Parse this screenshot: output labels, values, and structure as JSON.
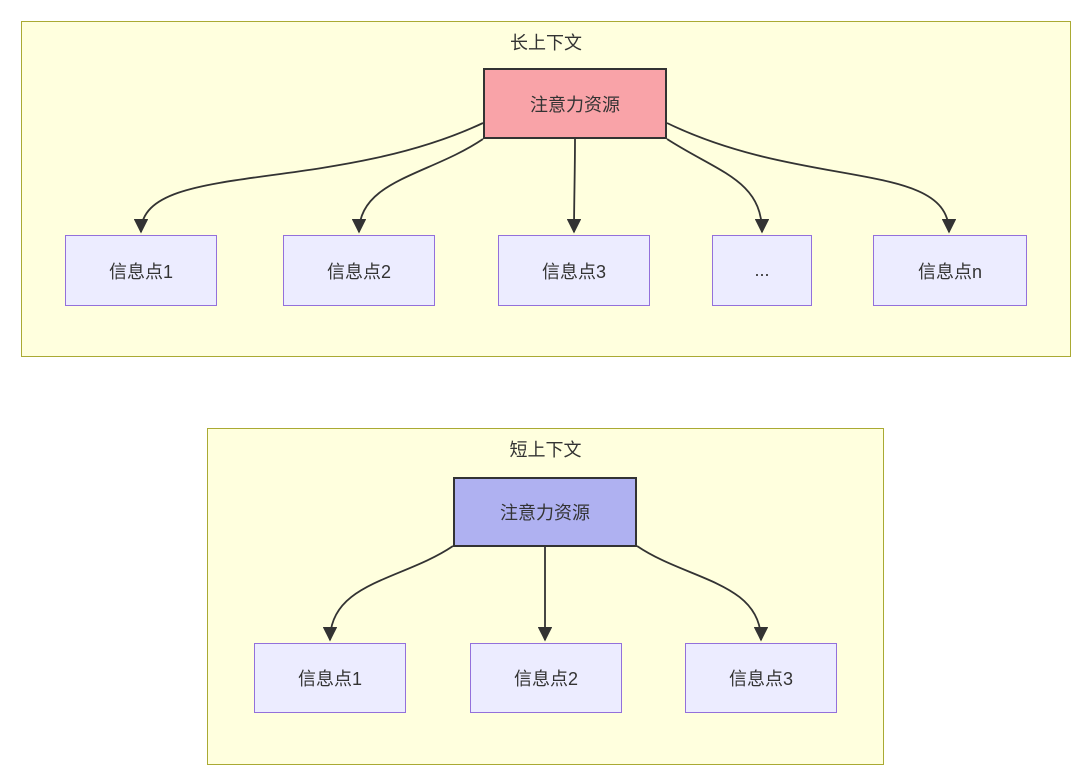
{
  "diagram": {
    "long_context": {
      "title": "长上下文",
      "attention_node": "注意力资源",
      "info_nodes": [
        "信息点1",
        "信息点2",
        "信息点3",
        "...",
        "信息点n"
      ]
    },
    "short_context": {
      "title": "短上下文",
      "attention_node": "注意力资源",
      "info_nodes": [
        "信息点1",
        "信息点2",
        "信息点3"
      ]
    }
  },
  "colors": {
    "canvas_background": "#ffffff",
    "container_fill": "#ffffde",
    "container_border": "#aaaa33",
    "info_node_fill": "#ececff",
    "info_node_border": "#9370db",
    "attention_long_fill": "#f9a3a8",
    "attention_short_fill": "#afb1f1",
    "attention_node_border": "#333333",
    "edge_color": "#333333",
    "text_color": "#333333"
  }
}
